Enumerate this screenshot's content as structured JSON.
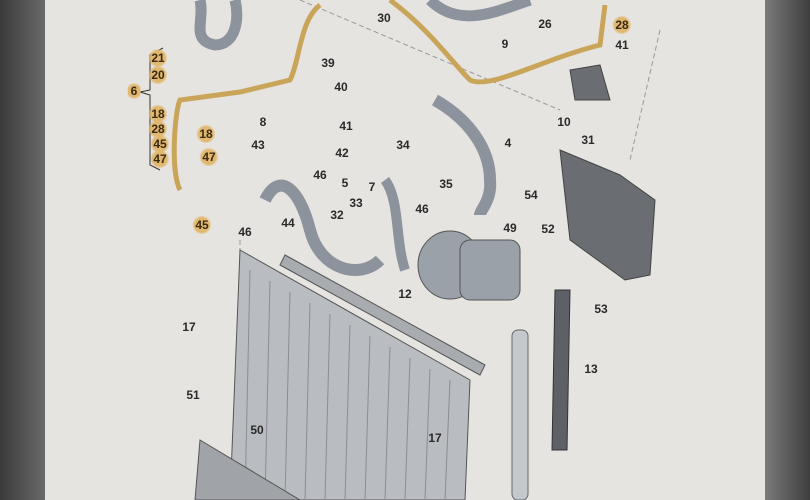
{
  "diagram": {
    "accent_highlight": "#e0b870",
    "callouts": [
      "30",
      "26",
      "28",
      "9",
      "41",
      "39",
      "40",
      "21",
      "20",
      "6",
      "18",
      "28",
      "45",
      "47",
      "18",
      "47",
      "8",
      "41",
      "43",
      "34",
      "42",
      "4",
      "10",
      "31",
      "46",
      "5",
      "7",
      "35",
      "54",
      "45",
      "46",
      "44",
      "33",
      "32",
      "46",
      "49",
      "52",
      "12",
      "17",
      "53",
      "13",
      "51",
      "50",
      "17"
    ]
  }
}
